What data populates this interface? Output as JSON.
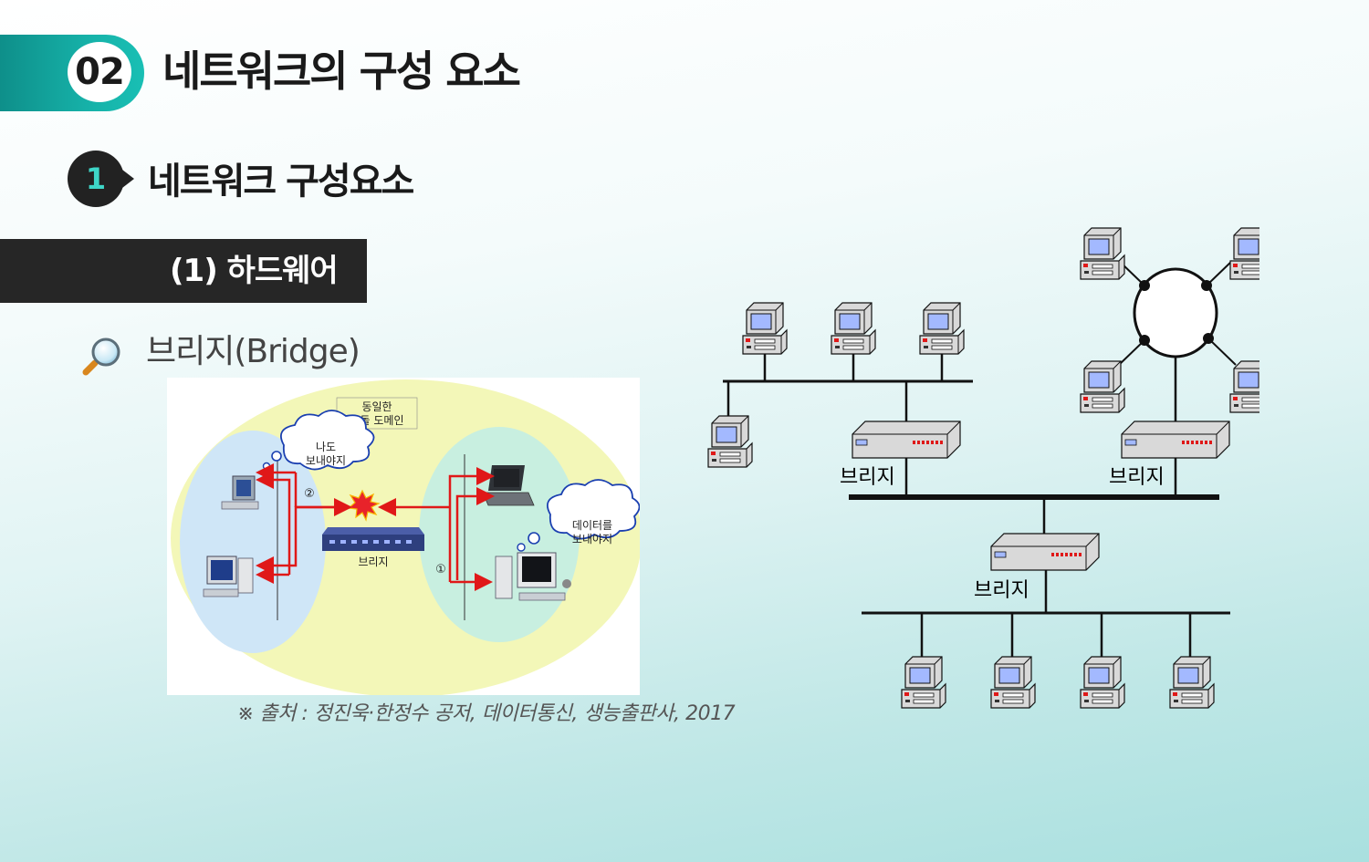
{
  "section": {
    "number": "02",
    "title": "네트워크의 구성 요소"
  },
  "subsection": {
    "number": "1",
    "title": "네트워크 구성요소"
  },
  "category": {
    "label": "(1) 하드웨어"
  },
  "bullet": {
    "icon": "magnifier-icon",
    "title": "브리지(Bridge)"
  },
  "left_diagram": {
    "domain_label_line1": "동일한",
    "domain_label_line2": "충돌 도메인",
    "cloud_left_line1": "나도",
    "cloud_left_line2": "보내야지",
    "cloud_right_line1": "데이터를",
    "cloud_right_line2": "보내야지",
    "device_label": "브리지",
    "marker_1": "①",
    "marker_2": "②"
  },
  "network_diagram": {
    "bridge_labels": [
      "브리지",
      "브리지",
      "브리지"
    ]
  },
  "source": "※ 출처 : 정진욱·한정수 공저, 데이터통신, 생능출판사, 2017",
  "colors": {
    "accent_teal": "#16b1a8",
    "dark": "#262626",
    "arrow_red": "#e01818",
    "outer_domain": "#f3f7b8",
    "inner_domain_left": "#cfe6f7",
    "inner_domain_right": "#c8efe0"
  }
}
